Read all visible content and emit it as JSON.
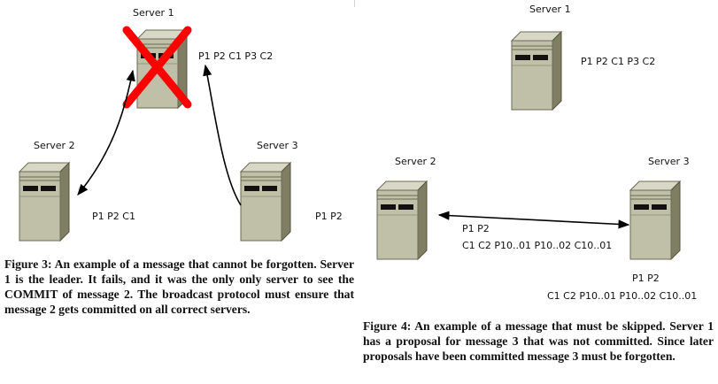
{
  "figure3": {
    "servers": [
      {
        "name": "Server 1",
        "log": "P1 P2 C1 P3 C2",
        "failed": true
      },
      {
        "name": "Server 2",
        "log": "P1 P2 C1"
      },
      {
        "name": "Server 3",
        "log": "P1 P2"
      }
    ],
    "caption": "Figure 3: An example of a message that cannot be forgotten. Server 1 is the leader. It fails, and it was the only only server to see the COMMIT of message 2. The broadcast protocol must ensure that message 2 gets committed on all correct servers."
  },
  "figure4": {
    "servers": [
      {
        "name": "Server 1",
        "log": "P1 P2 C1 P3 C2"
      },
      {
        "name": "Server 2",
        "log": "P1 P2",
        "log2": "C1 C2 P10..01 P10..02 C10..01"
      },
      {
        "name": "Server 3",
        "log": "P1 P2",
        "log2": "C1 C2 P10..01 P10..02 C10..01"
      }
    ],
    "caption": "Figure 4: An example of a message that must be skipped. Server 1 has a proposal for message 3 that was not committed. Since later proposals have been committed message 3 must be forgotten."
  },
  "colors": {
    "server_front": "#c0c0a8",
    "server_side": "#807e62",
    "server_top": "#d8d8c6",
    "fail_mark": "#ff0000"
  }
}
